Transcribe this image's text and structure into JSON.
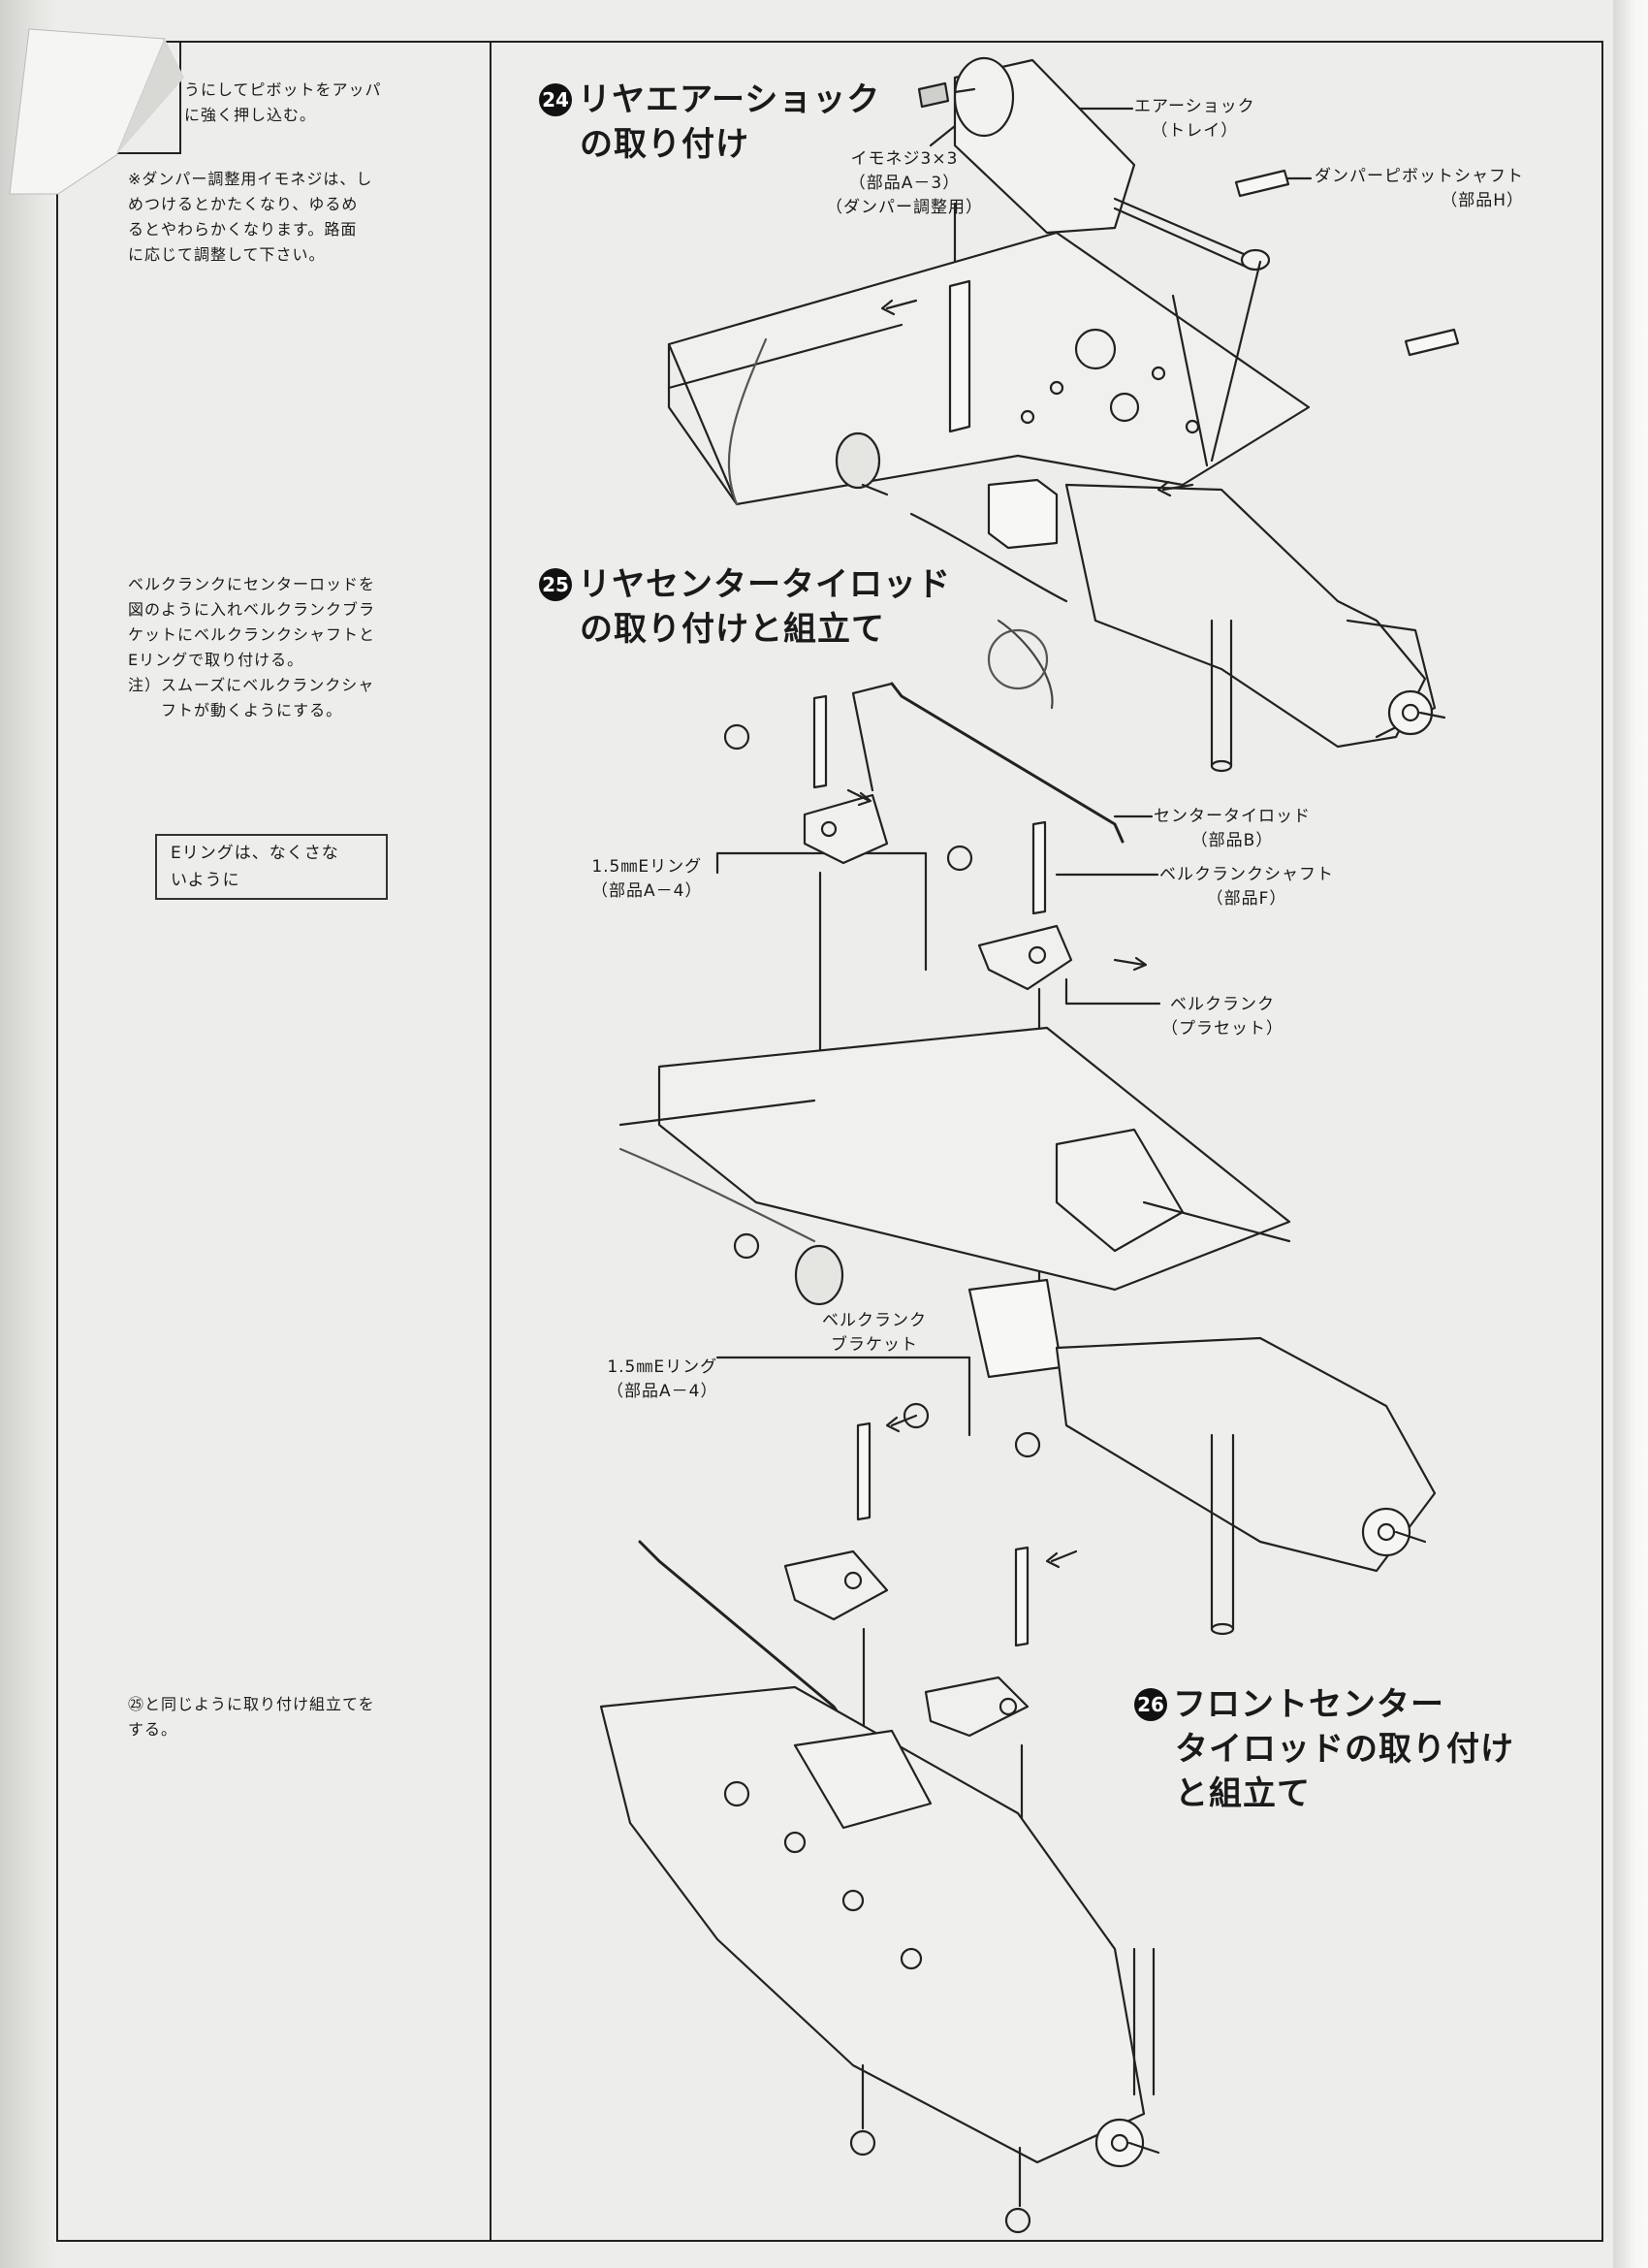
{
  "left_column": {
    "top_note": "うにしてピボットをアッパ\nに強く押し込む。",
    "damper_note": "※ダンパー調整用イモネジは、し\nめつけるとかたくなり、ゆるめ\nるとやわらかくなります。路面\nに応じて調整して下さい。",
    "bellcrank_note": "ベルクランクにセンターロッドを\n図のように入れベルクランクブラ\nケットにベルクランクシャフトと\nEリングで取り付ける。\n注）スムーズにベルクランクシャ\n　　フトが動くようにする。",
    "ering_box": "Eリングは、なくさな\nいように",
    "same_note": "㉕と同じように取り付け組立てを\nする。"
  },
  "steps": [
    {
      "number": "24",
      "title_line1": "リヤエアーショック",
      "title_line2": "の取り付け"
    },
    {
      "number": "25",
      "title_line1": "リヤセンタータイロッド",
      "title_line2": "の取り付けと組立て"
    },
    {
      "number": "26",
      "title_line1": "フロントセンター",
      "title_line2": "タイロッドの取り付け",
      "title_line3": "と組立て"
    }
  ],
  "callouts": {
    "air_shock": {
      "name": "エアーショック",
      "part": "（トレイ）"
    },
    "set_screw": {
      "name": "イモネジ3×3",
      "part": "（部品A－3）",
      "note": "（ダンパー調整用）"
    },
    "damper_pivot": {
      "name": "ダンパーピボットシャフト",
      "part": "（部品H）"
    },
    "center_tierod": {
      "name": "センタータイロッド",
      "part": "（部品B）"
    },
    "ering_top": {
      "name": "1.5㎜Eリング",
      "part": "（部品A－4）"
    },
    "bellcrank_shaft": {
      "name": "ベルクランクシャフト",
      "part": "（部品F）"
    },
    "bellcrank": {
      "name": "ベルクランク",
      "part": "（プラセット）"
    },
    "bellcrank_bracket": {
      "name": "ベルクランク",
      "part": "ブラケット"
    },
    "ering_bottom": {
      "name": "1.5㎜Eリング",
      "part": "（部品A－4）"
    }
  }
}
